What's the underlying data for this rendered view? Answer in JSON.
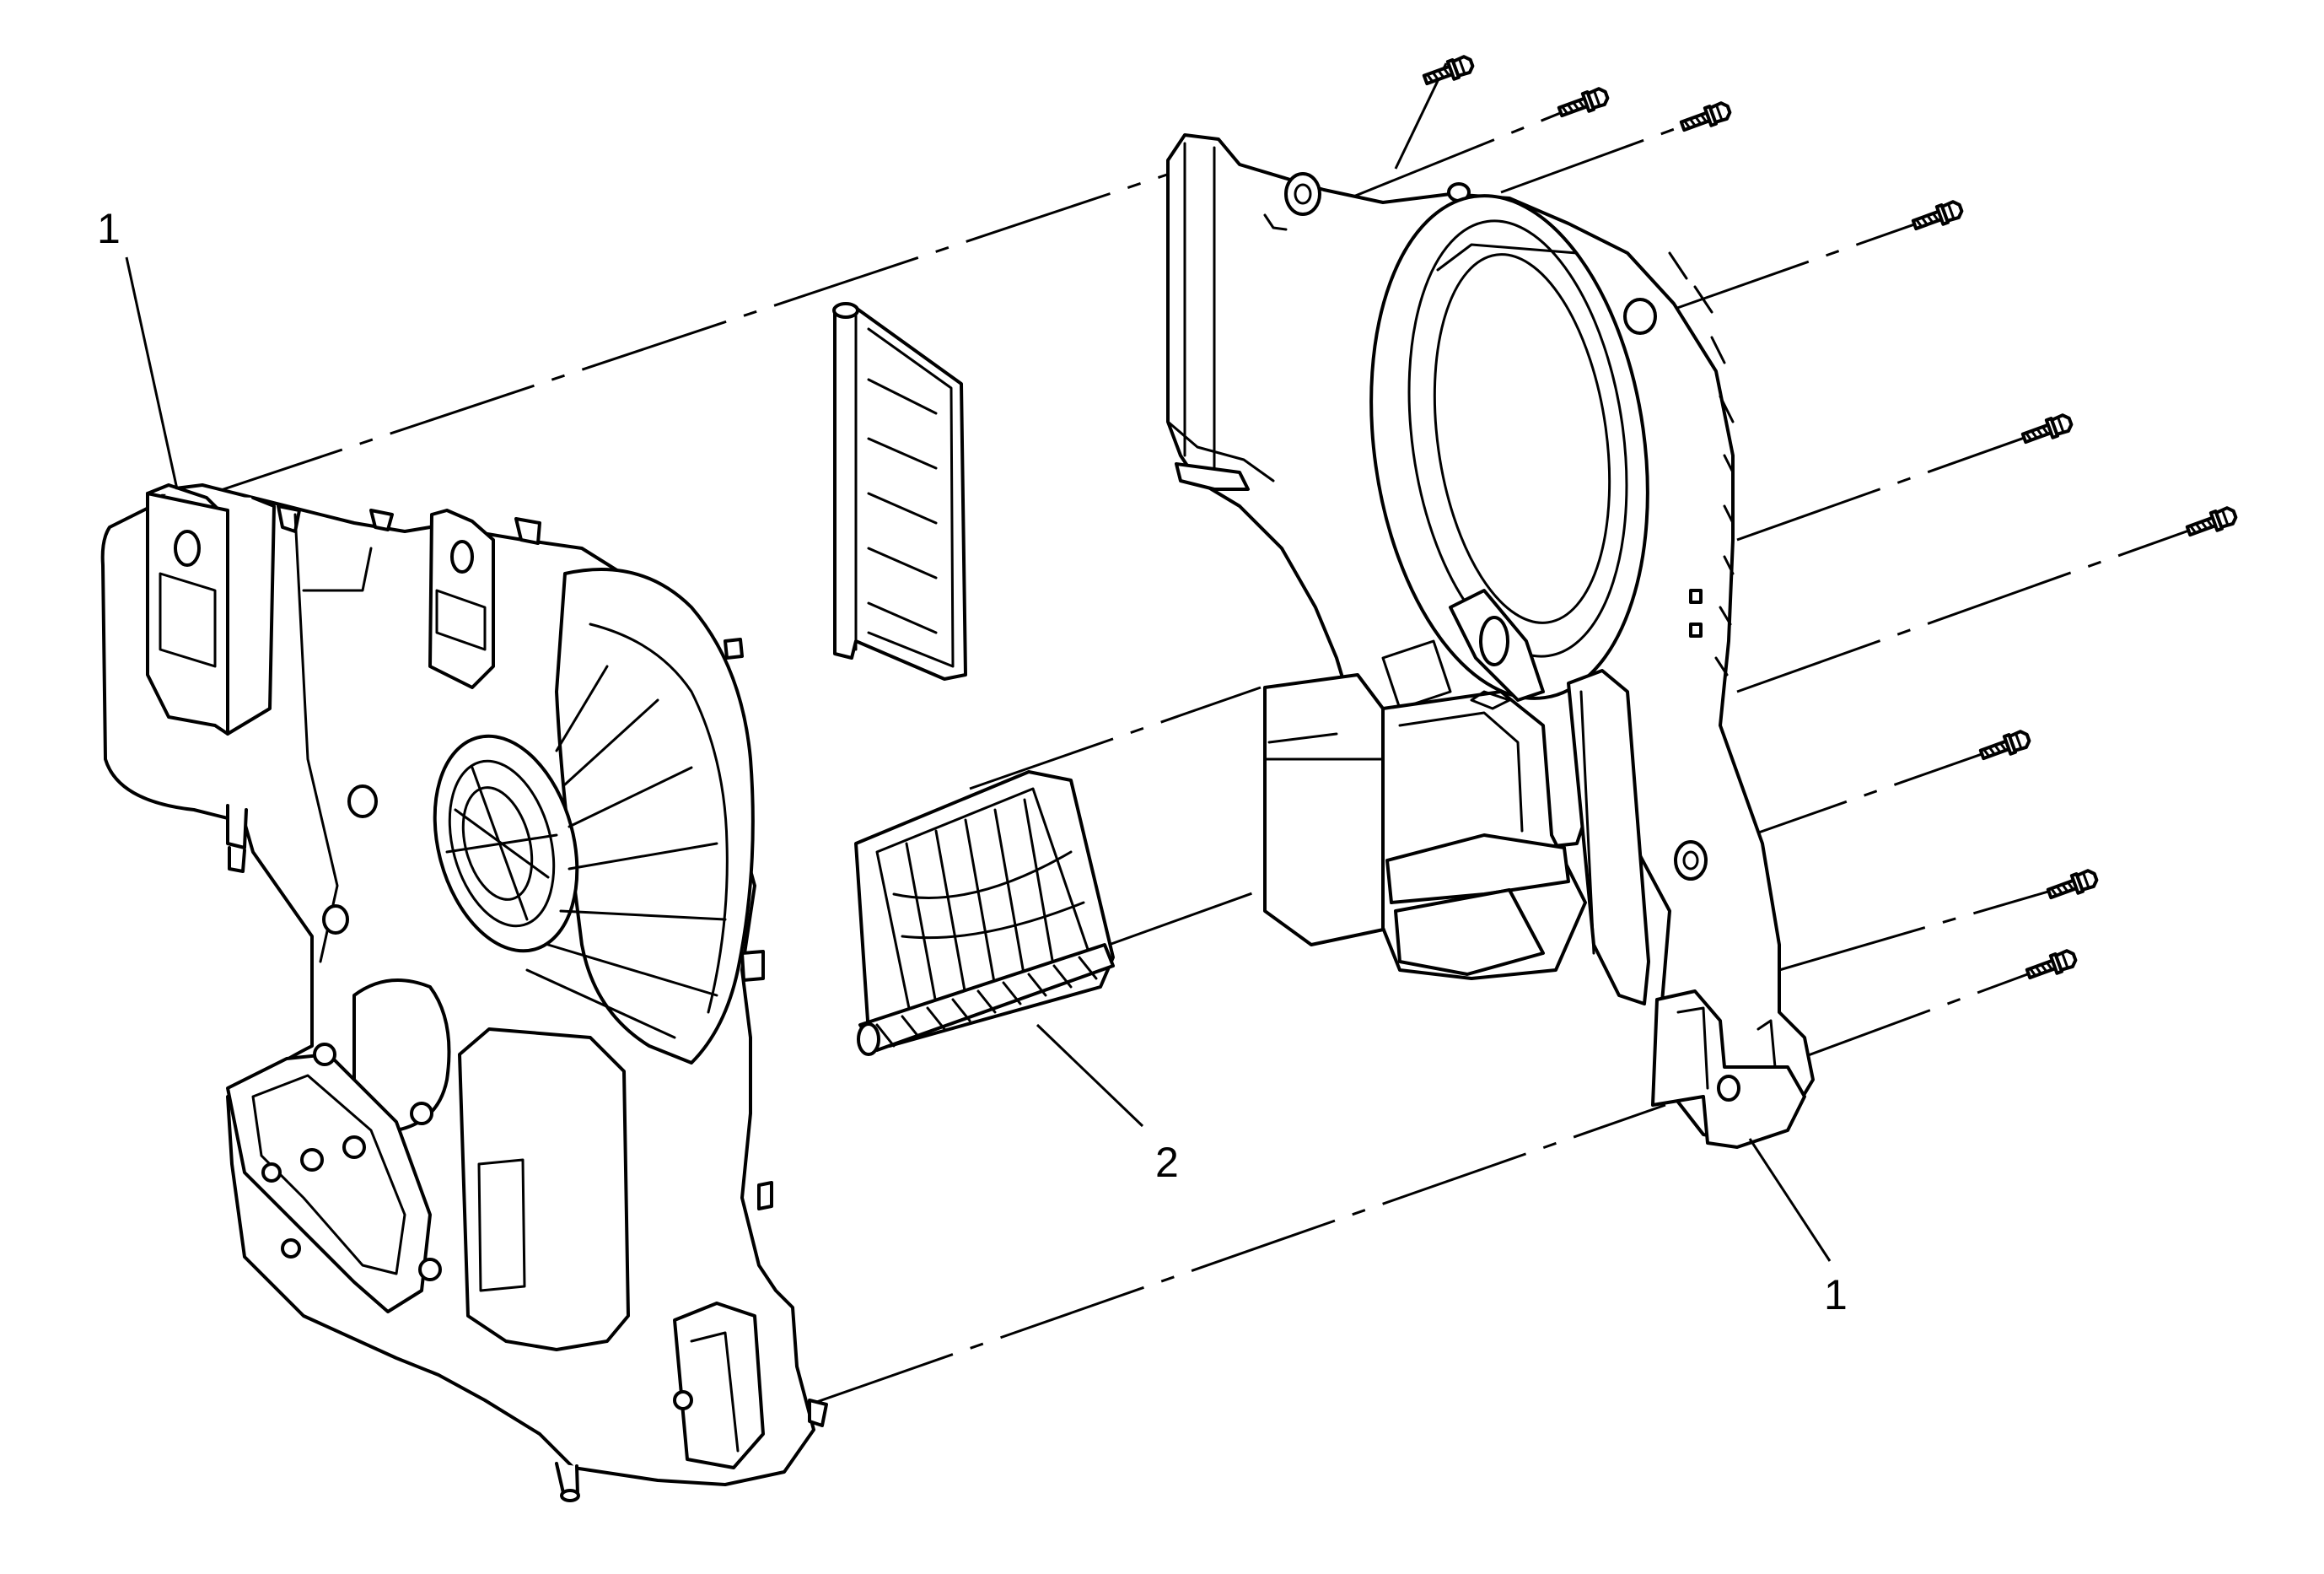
{
  "diagram": {
    "callouts": [
      {
        "id": "left-housing",
        "label": "1"
      },
      {
        "id": "filter",
        "label": "2"
      },
      {
        "id": "right-housing",
        "label": "1"
      }
    ],
    "colors": {
      "ink": "#000000",
      "paper": "#ffffff"
    }
  }
}
